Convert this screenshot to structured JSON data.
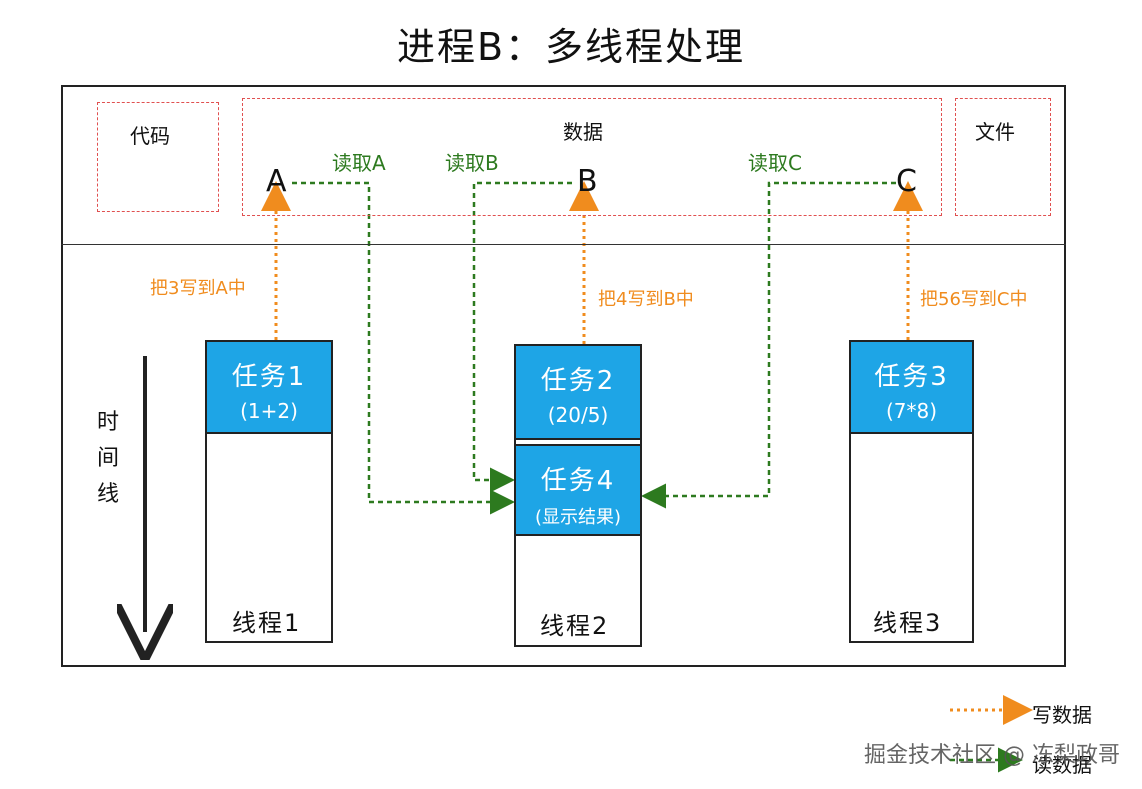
{
  "title": "进程B：多线程处理",
  "segments": {
    "code": "代码",
    "data": "数据",
    "file": "文件"
  },
  "data_items": [
    "A",
    "B",
    "C"
  ],
  "read_labels": [
    "读取A",
    "读取B",
    "读取C"
  ],
  "write_labels": [
    "把3写到A中",
    "把4写到B中",
    "把56写到C中"
  ],
  "threads": [
    {
      "label": "线程1",
      "tasks": [
        {
          "name": "任务1",
          "expr": "(1+2)"
        }
      ]
    },
    {
      "label": "线程2",
      "tasks": [
        {
          "name": "任务2",
          "expr": "(20/5)"
        },
        {
          "name": "任务4",
          "expr": "(显示结果)"
        }
      ]
    },
    {
      "label": "线程3",
      "tasks": [
        {
          "name": "任务3",
          "expr": "(7*8)"
        }
      ]
    }
  ],
  "timeline_label": "时间线",
  "legend": {
    "write": "写数据",
    "read": "读数据"
  },
  "colors": {
    "task_fill": "#1ea5e6",
    "write_arrow": "#f08c1e",
    "read_arrow": "#2d7a1f",
    "segment_border": "#e05050"
  },
  "watermark": "掘金技术社区 @ 冻梨政哥"
}
